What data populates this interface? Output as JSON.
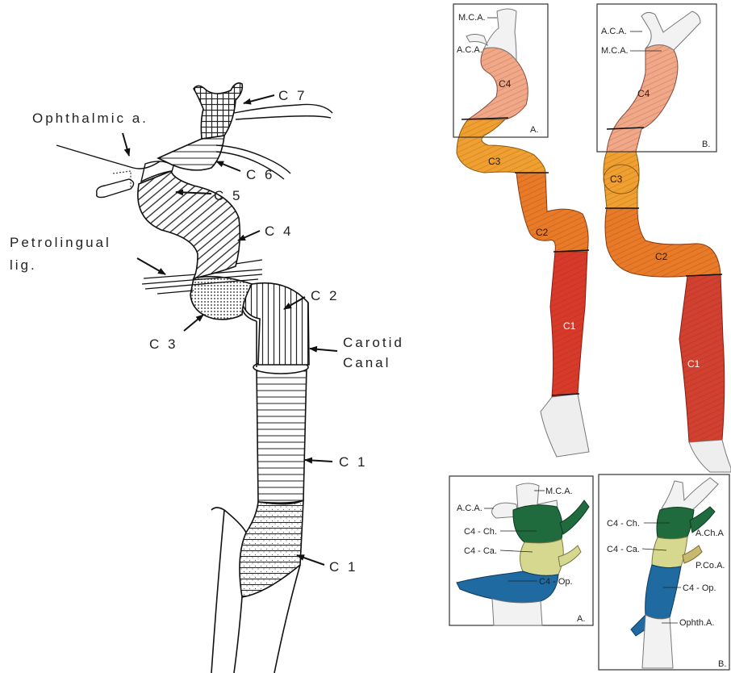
{
  "left_diagram": {
    "labels": {
      "c7": "C 7",
      "ophthalmic": "Ophthalmic a.",
      "c6": "C 6",
      "c5": "C 5",
      "c4": "C 4",
      "petrolingual": "Petrolingual",
      "lig": "lig.",
      "c2": "C 2",
      "c3": "C 3",
      "carotid": "Carotid",
      "canal": "Canal",
      "c1_upper": "C 1",
      "c1_lower": "C 1"
    }
  },
  "panel_a": {
    "mca": "M.C.A.",
    "aca": "A.C.A.",
    "c4": "C4",
    "c3": "C3",
    "c2": "C2",
    "c1": "C1",
    "tag": "A."
  },
  "panel_b": {
    "aca": "A.C.A.",
    "mca": "M.C.A.",
    "c4": "C4",
    "c3": "C3",
    "c2": "C2",
    "c1": "C1",
    "tag": "B."
  },
  "inset_a": {
    "mca": "M.C.A.",
    "aca": "A.C.A.",
    "c4ch": "C4 - Ch.",
    "c4ca": "C4 - Ca.",
    "c4op": "C4 - Op.",
    "tag": "A."
  },
  "inset_b": {
    "c4ch": "C4 - Ch.",
    "achA": "A.Ch.A",
    "c4ca": "C4 - Ca.",
    "pcoa": "P.Co.A.",
    "c4op": "C4 - Op.",
    "ophthA": "Ophth.A.",
    "tag": "B."
  },
  "colors": {
    "c4_pink": "#f0a888",
    "c3_orange": "#f0a030",
    "c2_orange": "#e87a28",
    "c1_red": "#d83a2a",
    "c4ch_green": "#1f6b3e",
    "c4ca_yellow": "#d6d890",
    "c4op_blue": "#1f6aa0"
  }
}
